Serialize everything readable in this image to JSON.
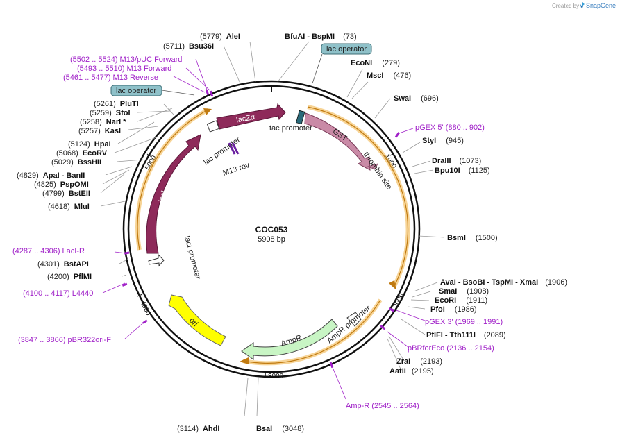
{
  "credit": "Created by",
  "app_name": "SnapGene",
  "map": {
    "name": "COC053",
    "length": "5908 bp"
  },
  "ticks": [
    "1000",
    "2000",
    "3000",
    "4000",
    "5000"
  ],
  "features": {
    "lacZa": "lacZα",
    "lac_promoter_1": "lac promoter",
    "lac_promoter_2": "tac promoter",
    "gst": "GST",
    "thrombin": "thrombin site",
    "m13_rev": "M13 rev",
    "laci": "lacI",
    "laci_promoter": "lacI promoter",
    "ori": "ori",
    "ampr": "AmpR",
    "ampr_promoter": "AmpR promoter"
  },
  "boxes": {
    "lac_operator_top": "lac operator",
    "lac_operator_left": "lac operator"
  },
  "sites": {
    "s5779": {
      "pos": "(5779)",
      "name": "AleI"
    },
    "s5711": {
      "pos": "(5711)",
      "name": "Bsu36I"
    },
    "s73": {
      "name": "BfuAI  -  BspMI",
      "pos": "(73)"
    },
    "s279": {
      "name": "EcoNI",
      "pos": "(279)"
    },
    "s476": {
      "name": "MscI",
      "pos": "(476)"
    },
    "s696": {
      "name": "SwaI",
      "pos": "(696)"
    },
    "s945": {
      "name": "StyI",
      "pos": "(945)"
    },
    "s1073": {
      "name": "DraIII",
      "pos": "(1073)"
    },
    "s1125": {
      "name": "Bpu10I",
      "pos": "(1125)"
    },
    "s1500": {
      "name": "BsmI",
      "pos": "(1500)"
    },
    "s1906": {
      "name": "AvaI  -  BsoBI  -  TspMI  -  XmaI",
      "pos": "(1906)"
    },
    "s1908": {
      "name": "SmaI",
      "pos": "(1908)"
    },
    "s1911": {
      "name": "EcoRI",
      "pos": "(1911)"
    },
    "s1986": {
      "name": "PfoI",
      "pos": "(1986)"
    },
    "s2089": {
      "name": "PflFI  -  Tth111I",
      "pos": "(2089)"
    },
    "s2193": {
      "name": "ZraI",
      "pos": "(2193)"
    },
    "s2195": {
      "name": "AatII",
      "pos": "(2195)"
    },
    "s3114": {
      "pos": "(3114)",
      "name": "AhdI"
    },
    "s3048": {
      "name": "BsaI",
      "pos": "(3048)"
    },
    "s5261": {
      "pos": "(5261)",
      "name": "PluTI"
    },
    "s5259": {
      "pos": "(5259)",
      "name": "SfoI"
    },
    "s5258": {
      "pos": "(5258)",
      "name": "NarI *"
    },
    "s5257": {
      "pos": "(5257)",
      "name": "KasI"
    },
    "s5124": {
      "pos": "(5124)",
      "name": "HpaI"
    },
    "s5068": {
      "pos": "(5068)",
      "name": "EcoRV"
    },
    "s5029": {
      "pos": "(5029)",
      "name": "BssHII"
    },
    "s4829": {
      "pos": "(4829)",
      "name": "ApaI  -  BanII"
    },
    "s4825": {
      "pos": "(4825)",
      "name": "PspOMI"
    },
    "s4799": {
      "pos": "(4799)",
      "name": "BstEII"
    },
    "s4618": {
      "pos": "(4618)",
      "name": "MluI"
    },
    "s4301": {
      "pos": "(4301)",
      "name": "BstAPI"
    },
    "s4200": {
      "pos": "(4200)",
      "name": "PflMI"
    }
  },
  "primers": {
    "p5502": "(5502 .. 5524)  M13/pUC Forward",
    "p5493": "(5493 .. 5510)  M13 Forward",
    "p5461": "(5461 .. 5477)  M13 Reverse",
    "p880": "pGEX 5'     (880 .. 902)",
    "p1969": "pGEX 3'     (1969 .. 1991)",
    "p2136": "pBRforEco     (2136 .. 2154)",
    "p2545": "Amp-R     (2545 .. 2564)",
    "p4287": "(4287 .. 4306)  LacI-R",
    "p4100": "(4100 .. 4117)  L4440",
    "p3847": "(3847 .. 3866)  pBR322ori-F"
  },
  "colors": {
    "lacZa": "#8e2a5a",
    "laci": "#8e2a5a",
    "gst": "#c98aa6",
    "ori": "#ffff00",
    "ampr": "#c8f5c4",
    "cds_glow": "#f0b040",
    "primer": "#a020c8",
    "operator": "#8fc1c9"
  }
}
